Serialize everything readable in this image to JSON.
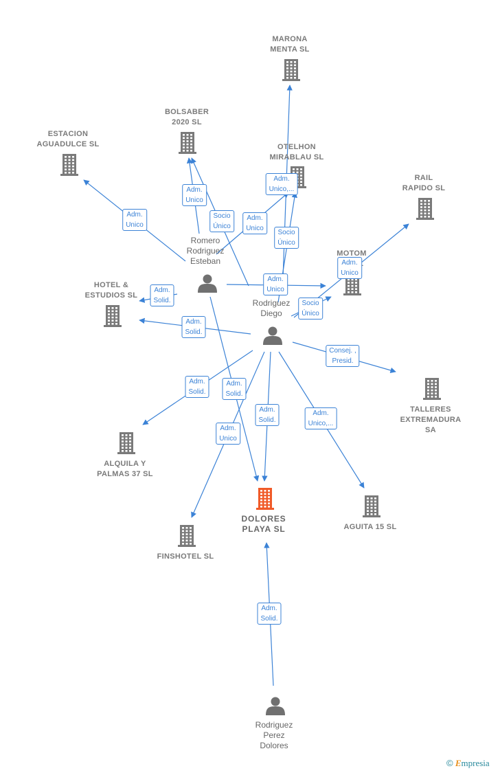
{
  "companies": [
    {
      "id": "marona",
      "label": "MARONA\nMENTA SL"
    },
    {
      "id": "bolsaber",
      "label": "BOLSABER\n2020  SL"
    },
    {
      "id": "estacion",
      "label": "ESTACION\nAGUADULCE SL"
    },
    {
      "id": "otelhon",
      "label": "OTELHON\nMIRABLAU  SL"
    },
    {
      "id": "rail",
      "label": "RAIL\nRAPIDO SL"
    },
    {
      "id": "motom",
      "label": "MOTOM\nAN        SL"
    },
    {
      "id": "hotel",
      "label": "HOTEL &\nESTUDIOS  SL"
    },
    {
      "id": "talleres",
      "label": "TALLERES\nEXTREMADURA SA"
    },
    {
      "id": "alquila",
      "label": "ALQUILA Y\nPALMAS 37  SL"
    },
    {
      "id": "dolores",
      "label": "DOLORES\nPLAYA  SL",
      "highlight": true
    },
    {
      "id": "aguita",
      "label": "AGUITA 15  SL"
    },
    {
      "id": "finshotel",
      "label": "FINSHOTEL SL"
    }
  ],
  "persons": [
    {
      "id": "romero",
      "label": "Romero\nRodriguez\nEsteban"
    },
    {
      "id": "diego",
      "label": "R\nRodriguez\nDiego"
    },
    {
      "id": "perez",
      "label": "Rodriguez\nPerez\nDolores"
    }
  ],
  "relations": [
    {
      "id": "r1",
      "label": "Adm.\nUnico"
    },
    {
      "id": "r2",
      "label": "Adm.\nUnico"
    },
    {
      "id": "r3",
      "label": "Socio\nÚnico"
    },
    {
      "id": "r4",
      "label": "Adm.\nUnico"
    },
    {
      "id": "r5",
      "label": "Adm.\nUnico,..."
    },
    {
      "id": "r6",
      "label": "Socio\nÚnico"
    },
    {
      "id": "r7",
      "label": "Adm.\nUnico"
    },
    {
      "id": "r8",
      "label": "Adm.\nUnico"
    },
    {
      "id": "r9",
      "label": "Socio\nÚnico"
    },
    {
      "id": "r10",
      "label": "Adm.\nSolid."
    },
    {
      "id": "r11",
      "label": "Adm.\nSolid."
    },
    {
      "id": "r12",
      "label": "Consej. ,\nPresid."
    },
    {
      "id": "r13",
      "label": "Adm.\nSolid."
    },
    {
      "id": "r14",
      "label": "Adm.\nSolid."
    },
    {
      "id": "r15",
      "label": "Adm.\nSolid."
    },
    {
      "id": "r16",
      "label": "Adm.\nUnico"
    },
    {
      "id": "r17",
      "label": "Adm.\nUnico,..."
    },
    {
      "id": "r18",
      "label": "Adm.\nSolid."
    }
  ],
  "colors": {
    "edge": "#3b82d6",
    "company_icon": "#7a7a7a",
    "company_icon_highlight": "#f05a28",
    "person_icon": "#707070"
  },
  "icons": {
    "company": "building-icon",
    "person": "person-icon"
  },
  "brand": {
    "copyright": "©",
    "name_first": "E",
    "name_rest": "mpresia"
  }
}
